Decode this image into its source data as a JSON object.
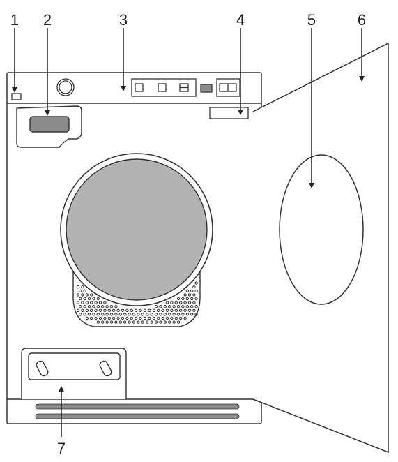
{
  "callouts": [
    {
      "id": "1",
      "label": "1"
    },
    {
      "id": "2",
      "label": "2"
    },
    {
      "id": "3",
      "label": "3"
    },
    {
      "id": "4",
      "label": "4"
    },
    {
      "id": "5",
      "label": "5"
    },
    {
      "id": "6",
      "label": "6"
    },
    {
      "id": "7",
      "label": "7"
    }
  ],
  "colors": {
    "line": "#333333",
    "drum_fill": "#b3b3b3",
    "dark_fill": "#8c8c8c",
    "background": "#ffffff"
  }
}
